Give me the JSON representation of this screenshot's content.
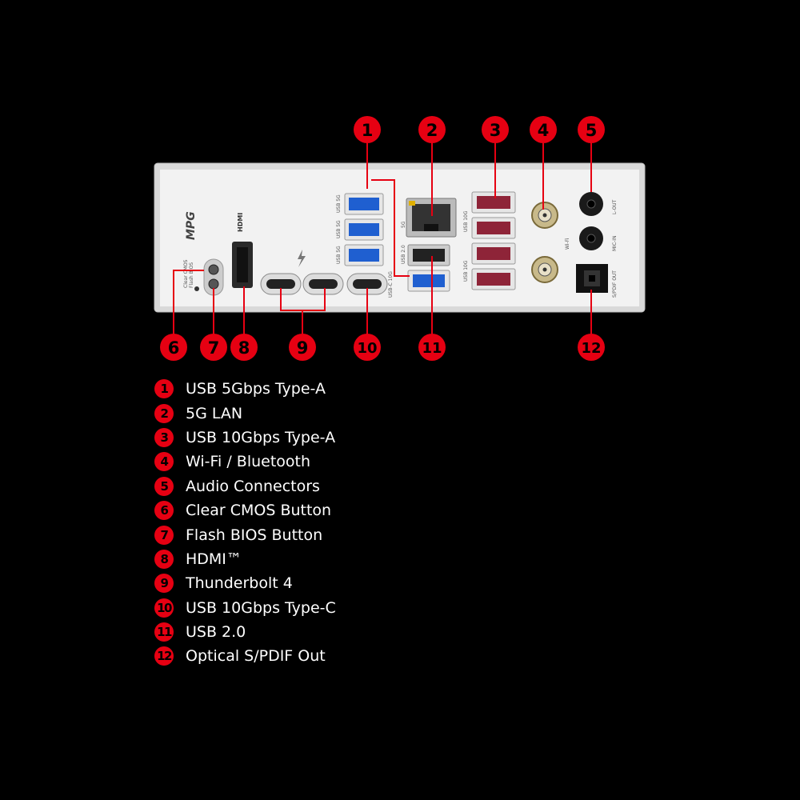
{
  "callouts": [
    {
      "num": "1",
      "label": "USB 5Gbps Type-A"
    },
    {
      "num": "2",
      "label": "5G LAN"
    },
    {
      "num": "3",
      "label": "USB 10Gbps Type-A"
    },
    {
      "num": "4",
      "label": "Wi-Fi / Bluetooth"
    },
    {
      "num": "5",
      "label": "Audio Connectors"
    },
    {
      "num": "6",
      "label": "Clear CMOS Button"
    },
    {
      "num": "7",
      "label": "Flash BIOS Button"
    },
    {
      "num": "8",
      "label": "HDMI™"
    },
    {
      "num": "9",
      "label": "Thunderbolt 4"
    },
    {
      "num": "10",
      "label": "USB 10Gbps Type-C"
    },
    {
      "num": "11",
      "label": "USB 2.0"
    },
    {
      "num": "12",
      "label": "Optical S/PDIF Out"
    }
  ],
  "plate_labels": {
    "brand": "MPG",
    "hdmi": "HDMI",
    "usb5g_a": "USB 5G",
    "usb5g_b": "USB 5G",
    "usb5g_c": "USB 5G",
    "lan": "5G",
    "usb20": "USB 2.0",
    "usbc10g": "USB-C 10G",
    "usb10g_a": "USB 10G",
    "usb10g_b": "USB 10G",
    "wifi": "Wi-Fi",
    "lout": "L-OUT",
    "micin": "MIC-IN",
    "spdif": "S/PDIF OUT",
    "cmos": "Clear CMOS",
    "flash": "Flash BIOS"
  },
  "colors": {
    "accent": "#e60012",
    "usb_blue": "#1f5fd0",
    "usb_red": "#8e2438",
    "plate": "#f2f2f2"
  }
}
